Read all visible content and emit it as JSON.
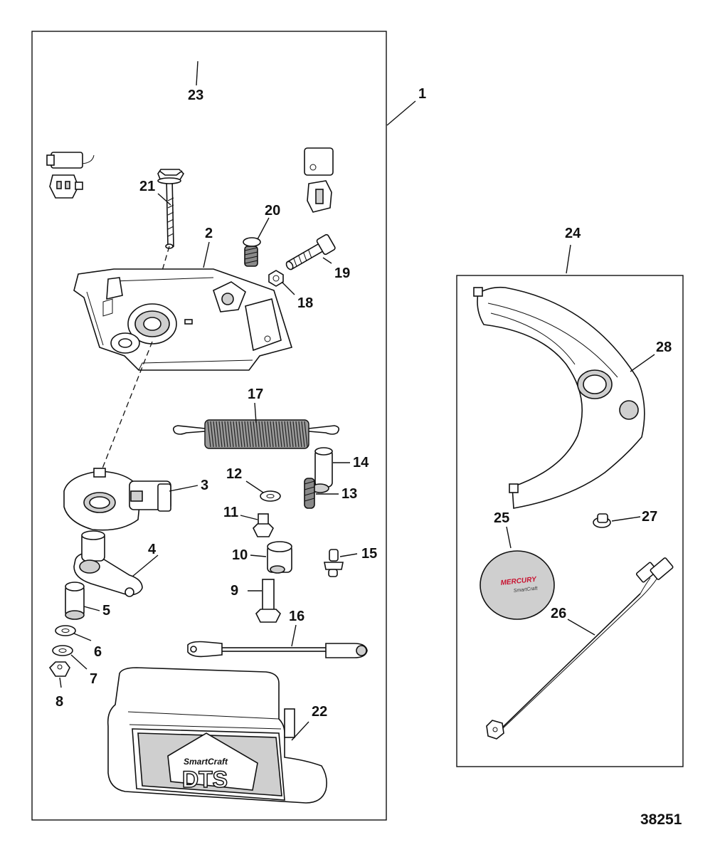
{
  "figure_id": "38251",
  "colors": {
    "line": "#111111",
    "part_fill": "#ffffff",
    "gray_fill": "#cfcfcf",
    "logo_red": "#c8102e"
  },
  "callouts": [
    "1",
    "2",
    "3",
    "4",
    "5",
    "6",
    "7",
    "8",
    "9",
    "10",
    "11",
    "12",
    "13",
    "14",
    "15",
    "16",
    "17",
    "18",
    "19",
    "20",
    "21",
    "22",
    "23",
    "24",
    "25",
    "26",
    "27",
    "28"
  ],
  "logo": {
    "brand": "MERCURY",
    "sub": "SmartCraft"
  },
  "cover_badge": {
    "brand": "SmartCraft",
    "model": "DTS"
  }
}
